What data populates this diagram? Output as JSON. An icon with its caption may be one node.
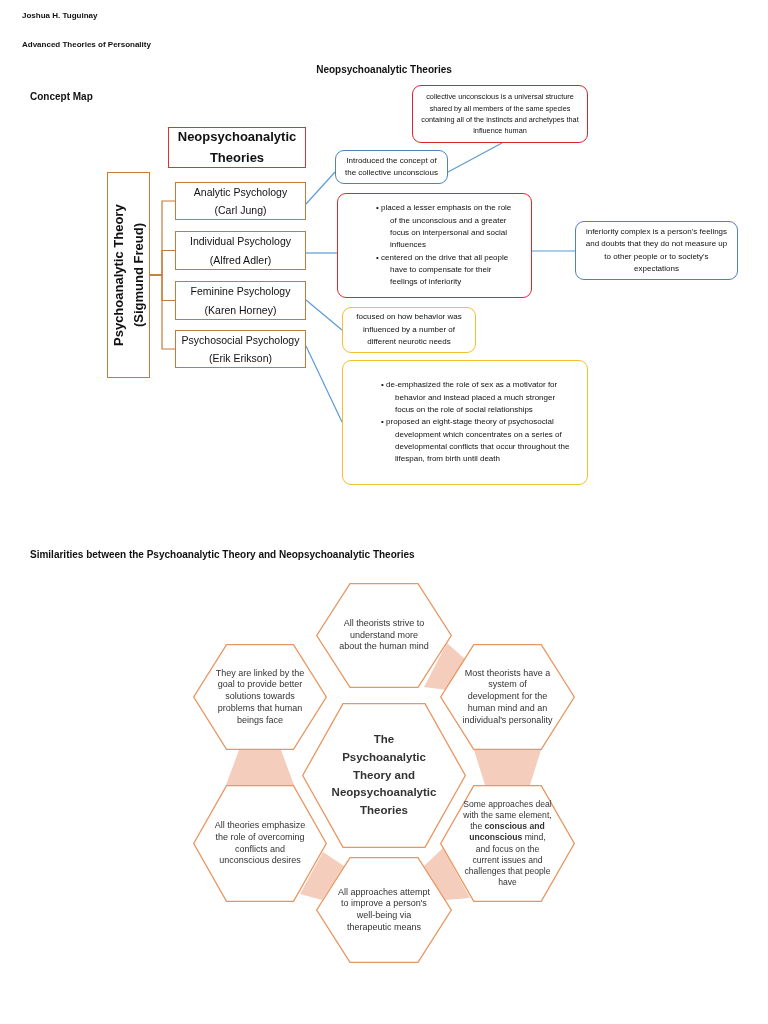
{
  "diagram": {
    "title": "Neopsychoanalytic Theories",
    "nodes": [
      {
        "text": [
          "Psychoanalytic Theory (Sigmund Freud)"
        ]
      },
      {
        "text": [
          "Neopsychoanalytic Theories"
        ]
      },
      {
        "text": [
          "Analytic Psychology (Carl Jung)"
        ]
      },
      {
        "text": [
          "Individual Psychology (Alfred Adler)"
        ]
      },
      {
        "text": [
          "Feminine Psychology (Karen Horney)"
        ]
      },
      {
        "text": [
          "Psychosocial Psychology (Erik Erikson)"
        ]
      },
      {
        "text": [
          "Introduced the concept of the collective unconscious"
        ]
      },
      {
        "text": [
          "collective unconscious is a universal structure shared by all members of the same species containing all of the instincts and archetypes that influence human"
        ]
      },
      {
        "text": [
          "• placed a lesser emphasis on the role of the unconscious and a greater focus on interpersonal and social influences",
          "• centered on the drive that all people have to compensate for their feelings of inferiority"
        ]
      },
      {
        "text": [
          "inferiority complex is a person's feelings and doubts that they do not measure up to other people or to society's expectations"
        ]
      },
      {
        "text": [
          "focused on how behavior was influenced by a number of different neurotic needs"
        ]
      },
      {
        "text": [
          "• de-emphasized the role of sex as a motivator for behavior and instead placed a much stronger focus on the role of social relationships",
          "• proposed an eight-stage theory of psychosocial development which concentrates on a series of developmental conflicts that occur throughout the lifespan, from birth until death"
        ]
      },
      {
        "text": [
          "The Psychoanalytic Theory and Neopsychoanalytic Theories"
        ]
      },
      {
        "text": [
          "All theorists strive to understand more about the human mind"
        ]
      },
      {
        "text": [
          "Most theorists have a system of development for the human mind and an individual's personality"
        ]
      },
      {
        "text": [
          "Some approaches deal with the same element, the **conscious and unconscious** mind, and focus on the current issues and challenges that people have"
        ]
      },
      {
        "text": [
          "All approaches attempt to improve a person's well-being via therapeutic means"
        ]
      },
      {
        "text": [
          "All theories emphasize the role of overcoming conflicts and unconscious desires"
        ]
      },
      {
        "text": [
          "They are linked by the goal to provide better solutions towards problems that human beings face"
        ]
      }
    ],
    "edges": [
      {
        "from": 0,
        "to": 2,
        "arrow": "none",
        "color": "#c47a3a"
      },
      {
        "from": 0,
        "to": 3,
        "arrow": "none",
        "color": "#c47a3a"
      },
      {
        "from": 0,
        "to": 4,
        "arrow": "none",
        "color": "#c47a3a"
      },
      {
        "from": 0,
        "to": 5,
        "arrow": "none",
        "color": "#c47a3a"
      },
      {
        "from": 2,
        "to": 6,
        "arrow": "none"
      },
      {
        "from": 6,
        "to": 7,
        "arrow": "none"
      },
      {
        "from": 3,
        "to": 8,
        "arrow": "none"
      },
      {
        "from": 8,
        "to": 9,
        "arrow": "none"
      },
      {
        "from": 4,
        "to": 10,
        "arrow": "none"
      },
      {
        "from": 5,
        "to": 11,
        "arrow": "none"
      },
      {
        "from": 13,
        "to": 14,
        "arrow": "none",
        "style": "thick",
        "color": "#f5cdbd"
      },
      {
        "from": 14,
        "to": 15,
        "arrow": "none",
        "style": "thick",
        "color": "#f5cdbd"
      },
      {
        "from": 15,
        "to": 16,
        "arrow": "none",
        "style": "thick",
        "color": "#f5cdbd"
      },
      {
        "from": 16,
        "to": 17,
        "arrow": "none",
        "style": "thick",
        "color": "#f5cdbd"
      },
      {
        "from": 17,
        "to": 18,
        "arrow": "none",
        "style": "thick",
        "color": "#f5cdbd"
      }
    ],
    "labels": [
      "Joshua H. Tuguinay",
      "Advanced Theories of Personality",
      "Concept Map",
      "Similarities between the Psychoanalytic Theory and Neopsychoanalytic Theories"
    ]
  }
}
